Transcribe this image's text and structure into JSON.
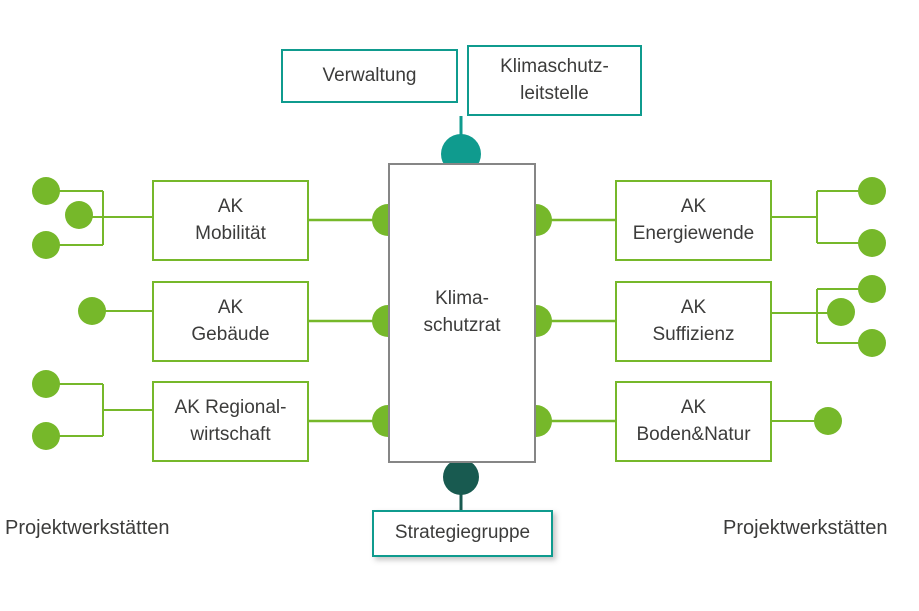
{
  "colors": {
    "green": "#76b82a",
    "teal": "#0f9b8e",
    "dark_teal": "#185a50",
    "gray_border": "#868686",
    "text": "#3c3c3b",
    "background": "#ffffff"
  },
  "top_boxes": {
    "verwaltung": {
      "label": "Verwaltung"
    },
    "klimaschutzleitstelle": {
      "line1": "Klimaschutz-",
      "line2": "leitstelle"
    }
  },
  "center_box": {
    "line1": "Klima-",
    "line2": "schutzrat"
  },
  "bottom_box": {
    "label": "Strategiegruppe"
  },
  "left_boxes": [
    {
      "line1": "AK",
      "line2": "Mobilität"
    },
    {
      "line1": "AK",
      "line2": "Gebäude"
    },
    {
      "line1": "AK Regional-",
      "line2": "wirtschaft"
    }
  ],
  "right_boxes": [
    {
      "line1": "AK",
      "line2": "Energiewende"
    },
    {
      "line1": "AK",
      "line2": "Suffizienz"
    },
    {
      "line1": "AK",
      "line2": "Boden&Natur"
    }
  ],
  "side_labels": {
    "left": "Projektwerkstätten",
    "right": "Projektwerkstätten"
  },
  "project_workshop_dot_counts": {
    "ak_mobilitaet": 3,
    "ak_gebaeude": 1,
    "ak_regionalwirtschaft": 2,
    "ak_energiewende": 2,
    "ak_suffizienz": 3,
    "ak_boden_natur": 1
  }
}
